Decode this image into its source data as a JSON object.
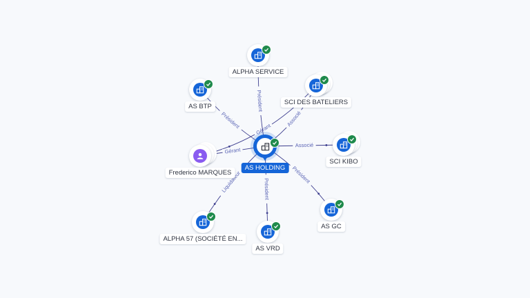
{
  "colors": {
    "edge": "#3e3f8f",
    "company": "#1565d8",
    "person": "#8a5cf0",
    "verified": "#1f8a4c",
    "edge_label": "#5a64b5"
  },
  "center": {
    "label": "AS HOLDING",
    "icon": "company-building-icon",
    "verified": true
  },
  "nodes": [
    {
      "key": "alpha-service",
      "label": "ALPHA SERVICE",
      "type": "company",
      "verified": true,
      "stack": 1,
      "edge_label": "Président"
    },
    {
      "key": "sci-des-bateliers",
      "label": "SCI DES BATELIERS",
      "type": "company",
      "verified": true,
      "stack": 3,
      "edge_label": "Associé"
    },
    {
      "key": "as-btp",
      "label": "AS BTP",
      "type": "company",
      "verified": true,
      "stack": 1,
      "edge_label": "Président"
    },
    {
      "key": "sci-kibo",
      "label": "SCI KIBO",
      "type": "company",
      "verified": true,
      "stack": 3,
      "edge_label": "Associé"
    },
    {
      "key": "frederico-marques",
      "label": "Frederico MARQUES",
      "type": "person",
      "verified": false,
      "stack": 3,
      "edge_label": "Gérant"
    },
    {
      "key": "as-gc",
      "label": "AS GC",
      "type": "company",
      "verified": true,
      "stack": 1,
      "edge_label": "Président"
    },
    {
      "key": "as-vrd",
      "label": "AS VRD",
      "type": "company",
      "verified": true,
      "stack": 1,
      "edge_label": "Président"
    },
    {
      "key": "alpha-57",
      "label": "ALPHA 57 (SOCIÉTÉ EN...",
      "type": "company",
      "verified": true,
      "stack": 1,
      "edge_label": "Liquidateur"
    }
  ],
  "extra_edges": [
    {
      "from": "frederico-marques",
      "to": "sci-des-bateliers",
      "label": "Gérant"
    }
  ]
}
